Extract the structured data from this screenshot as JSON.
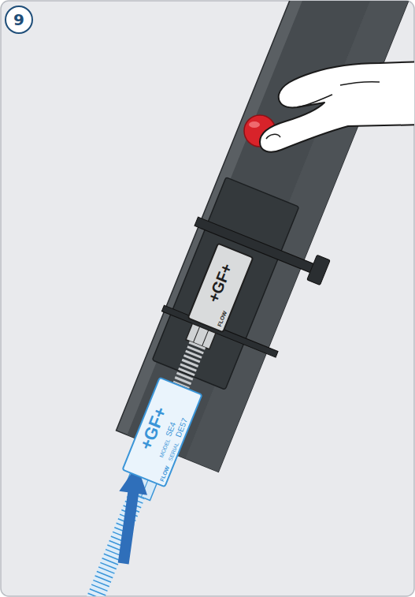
{
  "diagram": {
    "nodes": [
      {
        "text": [
          "9"
        ]
      },
      {
        "text": [
          "+GF+",
          "FLOW"
        ]
      },
      {
        "text": [
          "+GF+",
          "MODEL",
          "SE4",
          "SERIAL",
          "DE57",
          "FLOW"
        ]
      }
    ]
  }
}
